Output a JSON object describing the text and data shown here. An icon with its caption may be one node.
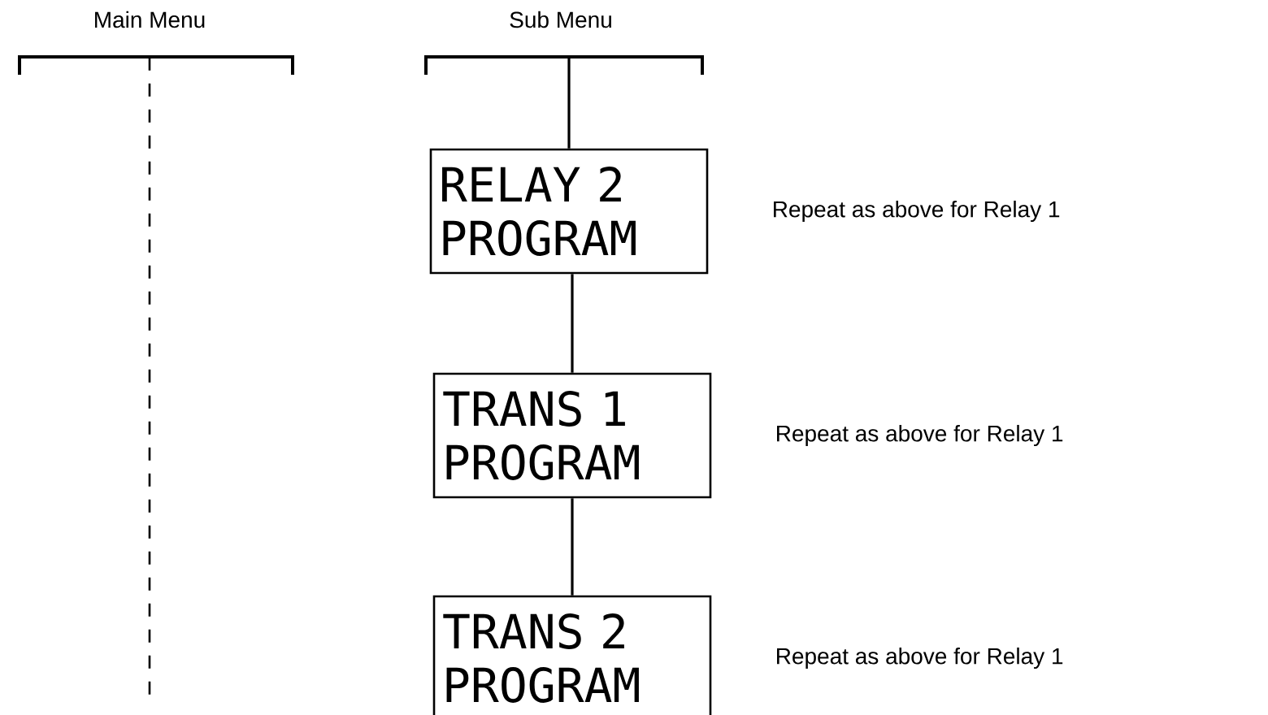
{
  "diagram": {
    "nodes": [
      {
        "text": [
          "Main Menu"
        ]
      },
      {
        "text": [
          "Sub Menu"
        ]
      },
      {
        "text": [
          "RELAY 2 PROGRAM"
        ],
        "beside": [
          "Repeat as above for Relay 1"
        ]
      },
      {
        "text": [
          "TRANS 1 PROGRAM"
        ],
        "beside": [
          "Repeat as above for Relay 1"
        ]
      },
      {
        "text": [
          "TRANS 2 PROGRAM"
        ],
        "beside": [
          "Repeat as above for Relay 1"
        ]
      }
    ],
    "edges": [
      {
        "from": 0,
        "to": null,
        "arrow": "none",
        "style": "dashed"
      },
      {
        "from": 1,
        "to": 2,
        "arrow": "none"
      },
      {
        "from": 2,
        "to": 3,
        "arrow": "none"
      },
      {
        "from": 3,
        "to": 4,
        "arrow": "none"
      }
    ]
  }
}
